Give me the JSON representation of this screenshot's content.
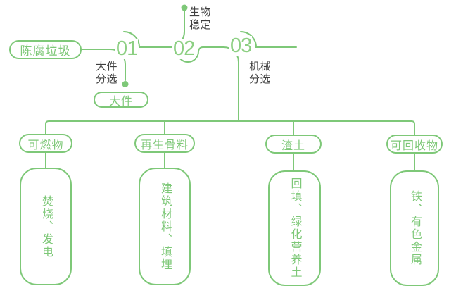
{
  "diagram": {
    "source": {
      "label": "陈腐垃圾"
    },
    "steps": [
      {
        "number": "01",
        "label": "大件\n分选",
        "output": "大件"
      },
      {
        "number": "02",
        "label": "生物\n稳定"
      },
      {
        "number": "03",
        "label": "机械\n分选"
      }
    ],
    "branches": [
      {
        "category": "可燃物",
        "result": "焚烧、发电"
      },
      {
        "category": "再生骨料",
        "result": "建筑材料、填埋"
      },
      {
        "category": "渣土",
        "result": "回填、绿化营养土"
      },
      {
        "category": "可回收物",
        "result": "铁、有色金属"
      }
    ],
    "colors": {
      "accent_green": "#7ec878",
      "label_text": "#3f3f3f",
      "background": "#ffffff"
    }
  }
}
